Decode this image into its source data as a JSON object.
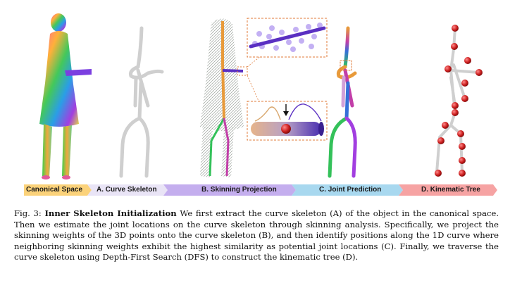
{
  "stages": [
    {
      "label": "Canonical Space",
      "color": "#fbd27a"
    },
    {
      "label": "A. Curve Skeleton",
      "color": "#e9e4f6"
    },
    {
      "label": "B. Skinning Projection",
      "color": "#c4aeee"
    },
    {
      "label": "C. Joint Prediction",
      "color": "#a8d8ef"
    },
    {
      "label": "D. Kinematic Tree",
      "color": "#f6a3a3"
    }
  ],
  "caption": {
    "figure_no": "Fig. 3:",
    "heading": "Inner Skeleton Initialization",
    "body": "We first extract the curve skeleton (A) of the object in the canonical space. Then we estimate the joint locations on the curve skeleton through skinning analysis. Specifically, we project the skinning weights of the 3D points onto the curve skeleton (B), and then identify positions along the 1D curve where neighboring skinning weights exhibit the highest similarity as potential joint locations (C). Finally, we traverse the curve skeleton using Depth-First Search (DFS) to construct the kinematic tree (D)."
  },
  "colors": {
    "skeleton": "#cfcfcf",
    "joint": "#cc1f1f",
    "inset_border": "#e07b39",
    "projection": "#5a2fc2"
  }
}
